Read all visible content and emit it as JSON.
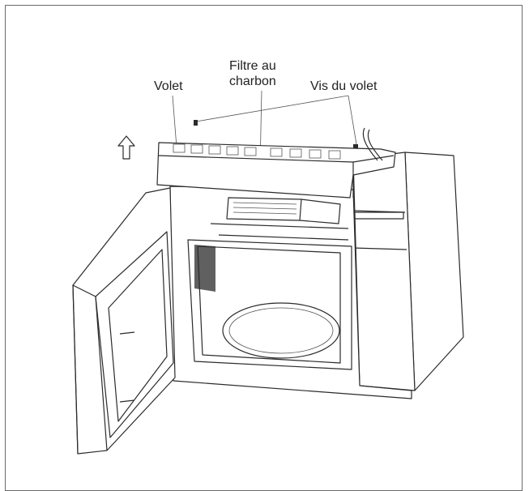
{
  "labels": {
    "volet": "Volet",
    "filtre": "Filtre au\ncharbon",
    "vis": "Vis du volet"
  },
  "colors": {
    "line": "#2b2b2b",
    "frame": "#6b6b6b",
    "background": "#ffffff"
  }
}
